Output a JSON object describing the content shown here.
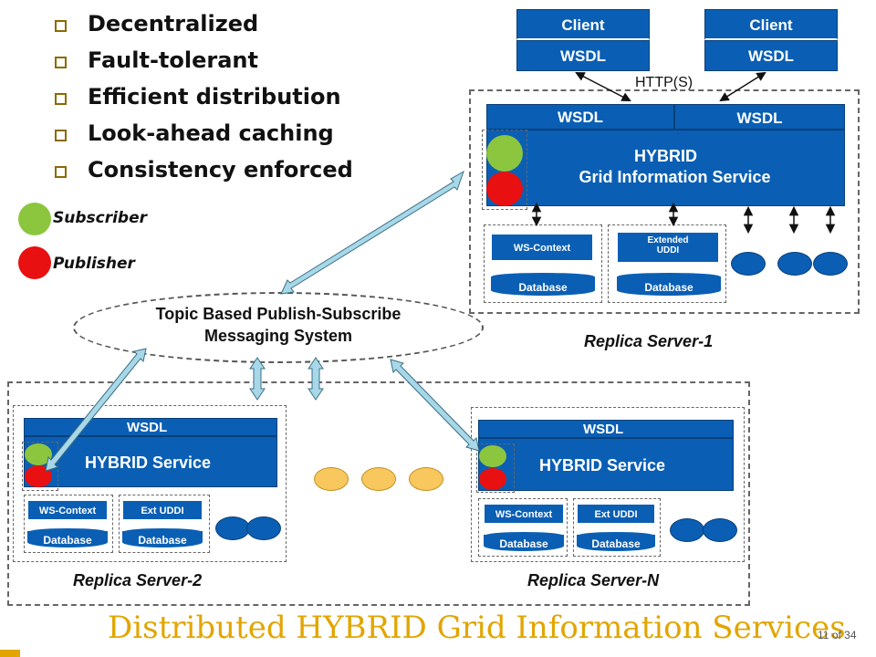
{
  "bullets": [
    "Decentralized",
    "Fault-tolerant",
    "Efficient distribution",
    "Look-ahead caching",
    "Consistency enforced"
  ],
  "legend": {
    "subscriber": "Subscriber",
    "publisher": "Publisher"
  },
  "clients": [
    {
      "title": "Client",
      "wsdl": "WSDL"
    },
    {
      "title": "Client",
      "wsdl": "WSDL"
    }
  ],
  "http_label": "HTTP(S)",
  "replica1": {
    "wsdl_left": "WSDL",
    "wsdl_right": "WSDL",
    "service_line1": "HYBRID",
    "service_line2": "Grid Information Service",
    "ws_context": "WS-Context",
    "extended_uddi_1": "Extended",
    "extended_uddi_2": "UDDI",
    "db1": "Database",
    "db2": "Database",
    "label": "Replica Server-1"
  },
  "messaging": {
    "line1": "Topic Based Publish-Subscribe",
    "line2": "Messaging System"
  },
  "replica2": {
    "wsdl": "WSDL",
    "service": "HYBRID Service",
    "ws_context": "WS-Context",
    "ext_uddi": "Ext UDDI",
    "db1": "Database",
    "db2": "Database",
    "label": "Replica Server-2"
  },
  "replicaN": {
    "wsdl": "WSDL",
    "service": "HYBRID Service",
    "ws_context": "WS-Context",
    "ext_uddi": "Ext UDDI",
    "db1": "Database",
    "db2": "Database",
    "label": "Replica Server-N"
  },
  "footer_title": "Distributed HYBRID Grid Information Services",
  "page": {
    "current": "11",
    "of": "of",
    "total": "34"
  },
  "colors": {
    "accent_blue": "#0a5fb4",
    "subscriber": "#8cc63f",
    "publisher": "#e81010",
    "footer": "#e2a500",
    "peer_node": "#f8c75d"
  }
}
